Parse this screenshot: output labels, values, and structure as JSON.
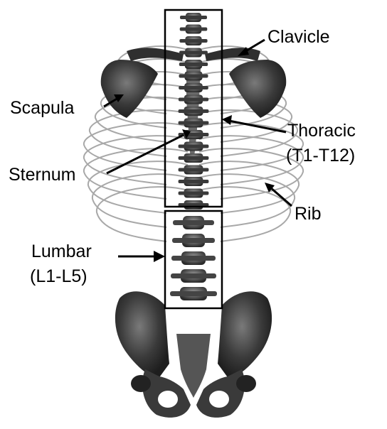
{
  "labels": {
    "clavicle": "Clavicle",
    "scapula": "Scapula",
    "thoracic": "Thoracic",
    "thoracic_range": "(T1-T12)",
    "sternum": "Sternum",
    "rib": "Rib",
    "lumbar": "Lumbar",
    "lumbar_range": "(L1-L5)"
  },
  "colors": {
    "background": "#ffffff",
    "bone_dark": "#2b2b2b",
    "bone_mid": "#5a5a5a",
    "bone_light": "#9a9a9a",
    "rib_line": "#a8a8a8",
    "frame": "#000000"
  }
}
